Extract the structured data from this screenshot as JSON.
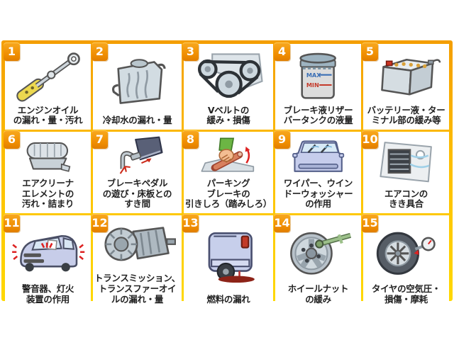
{
  "infographic": {
    "description_colors": {
      "frame_top": "#F49E00",
      "frame_bottom": "#FFD800",
      "grid_line": "#FFD800",
      "badge_orange": "#EF8C00",
      "badge_text": "#FFFFFF",
      "cell_background": "#FFFFFF",
      "label_text": "#222222",
      "page_background": "#FFFFFF"
    },
    "columns": 5,
    "rows": 3
  },
  "items": [
    {
      "number": "1",
      "icon": "oil-dipstick",
      "lines": [
        "エンジンオイル",
        "の漏れ・量・汚れ"
      ]
    },
    {
      "number": "2",
      "icon": "radiator",
      "lines": [
        "冷却水の漏れ・量"
      ]
    },
    {
      "number": "3",
      "icon": "v-belt",
      "lines": [
        "Vベルトの",
        "緩み・損傷"
      ]
    },
    {
      "number": "4",
      "icon": "brake-fluid-reservoir",
      "lines": [
        "ブレーキ液リザー",
        "バータンクの液量"
      ],
      "art_labels": [
        "MAX",
        "MIN"
      ]
    },
    {
      "number": "5",
      "icon": "battery",
      "lines": [
        "バッテリー液・ター",
        "ミナル部の緩み等"
      ]
    },
    {
      "number": "6",
      "icon": "air-cleaner",
      "lines": [
        "エアクリーナ",
        "エレメントの",
        "汚れ・詰まり"
      ]
    },
    {
      "number": "7",
      "icon": "brake-pedal",
      "lines": [
        "ブレーキペダル",
        "の遊び・床板との",
        "すき間"
      ]
    },
    {
      "number": "8",
      "icon": "parking-brake",
      "lines": [
        "パーキング",
        "ブレーキの",
        "引きしろ（踏みしろ）"
      ]
    },
    {
      "number": "9",
      "icon": "wiper-washer",
      "lines": [
        "ワイパー、ウイン",
        "ドーウォッシャー",
        "の作用"
      ]
    },
    {
      "number": "10",
      "icon": "air-conditioner-vent",
      "lines": [
        "エアコンの",
        "きき具合"
      ]
    },
    {
      "number": "11",
      "icon": "horn-lights",
      "lines": [
        "警音器、灯火",
        "装置の作用"
      ]
    },
    {
      "number": "12",
      "icon": "transmission",
      "lines": [
        "トランスミッション、",
        "トランスファーオイ",
        "ルの漏れ・量"
      ]
    },
    {
      "number": "13",
      "icon": "fuel-leak",
      "lines": [
        "燃料の漏れ"
      ]
    },
    {
      "number": "14",
      "icon": "wheel-nut",
      "lines": [
        "ホイールナット",
        "の緩み"
      ]
    },
    {
      "number": "15",
      "icon": "tire",
      "lines": [
        "タイヤの空気圧・",
        "損傷・摩耗"
      ]
    }
  ]
}
